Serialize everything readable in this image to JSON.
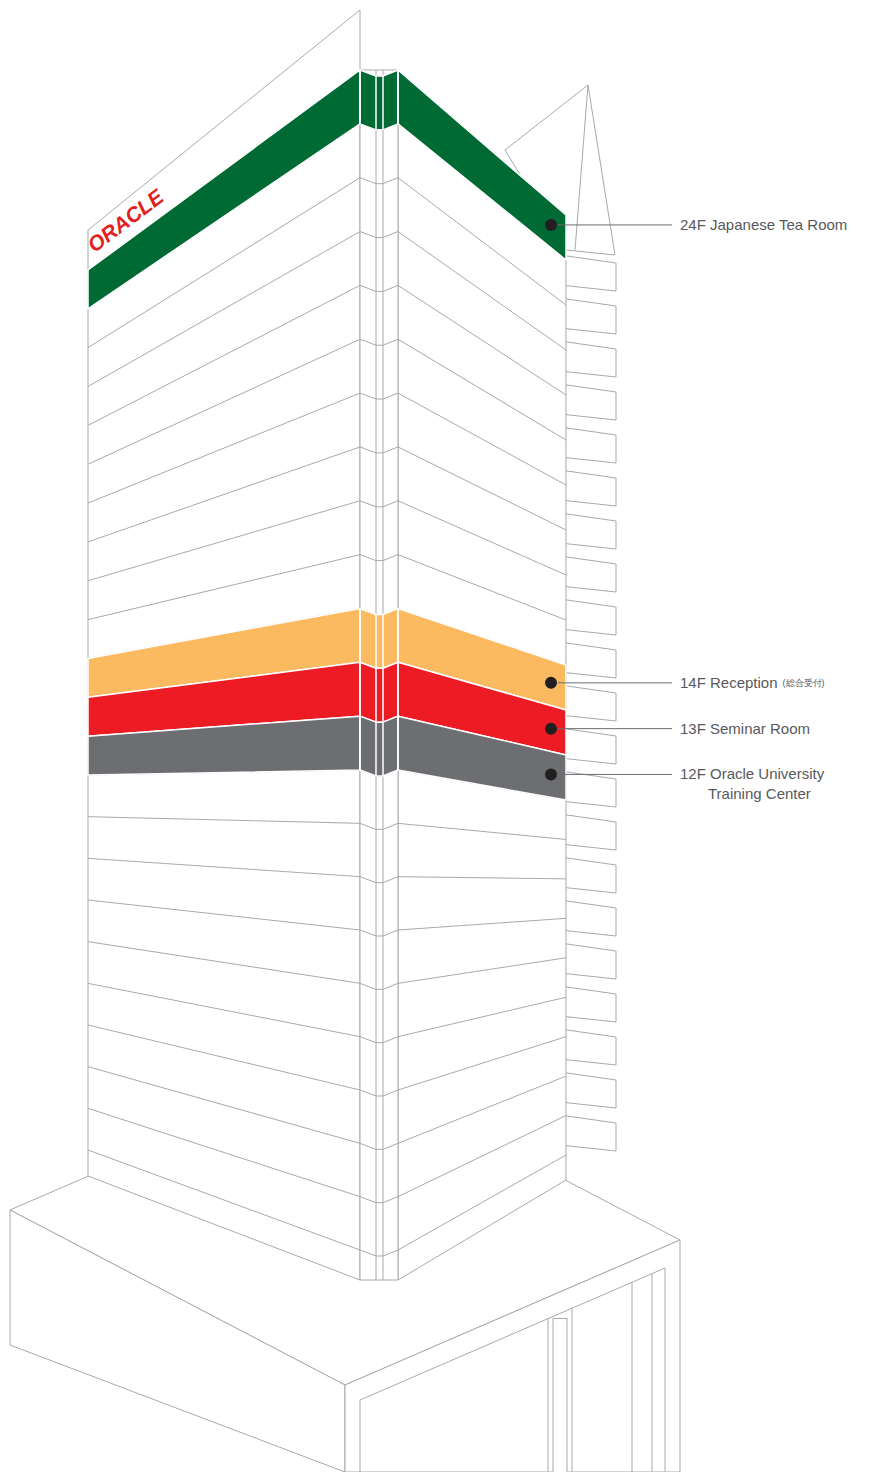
{
  "diagram": {
    "labels": [
      "ORACLE",
      "24F Japanese Tea Room",
      "14F Reception",
      "(総合受付)",
      "13F Seminar Room",
      "12F Oracle University Training Center"
    ]
  }
}
